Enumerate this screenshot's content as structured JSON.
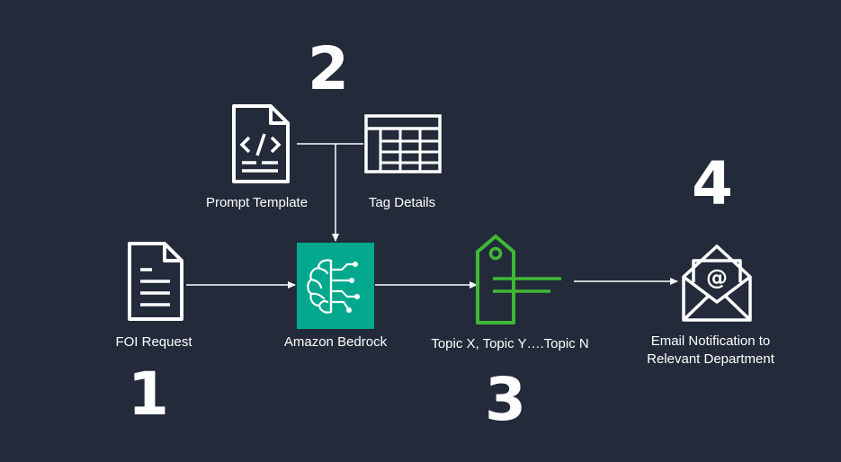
{
  "steps": {
    "one": "1",
    "two": "2",
    "three": "3",
    "four": "4"
  },
  "nodes": {
    "foi_request": "FOI Request",
    "prompt_template": "Prompt Template",
    "tag_details": "Tag Details",
    "amazon_bedrock": "Amazon Bedrock",
    "topics": "Topic X, Topic Y….Topic N",
    "email_line1": "Email Notification to",
    "email_line2": "Relevant Department"
  },
  "icons": {
    "foi_request": "document-icon",
    "prompt_template": "code-document-icon",
    "tag_details": "table-icon",
    "amazon_bedrock": "brain-circuit-icon",
    "topics": "tag-icon",
    "email": "email-open-icon"
  },
  "colors": {
    "background": "#232b3a",
    "bedrock": "#01a88d",
    "tag": "#3fb934",
    "foreground": "#ffffff"
  }
}
